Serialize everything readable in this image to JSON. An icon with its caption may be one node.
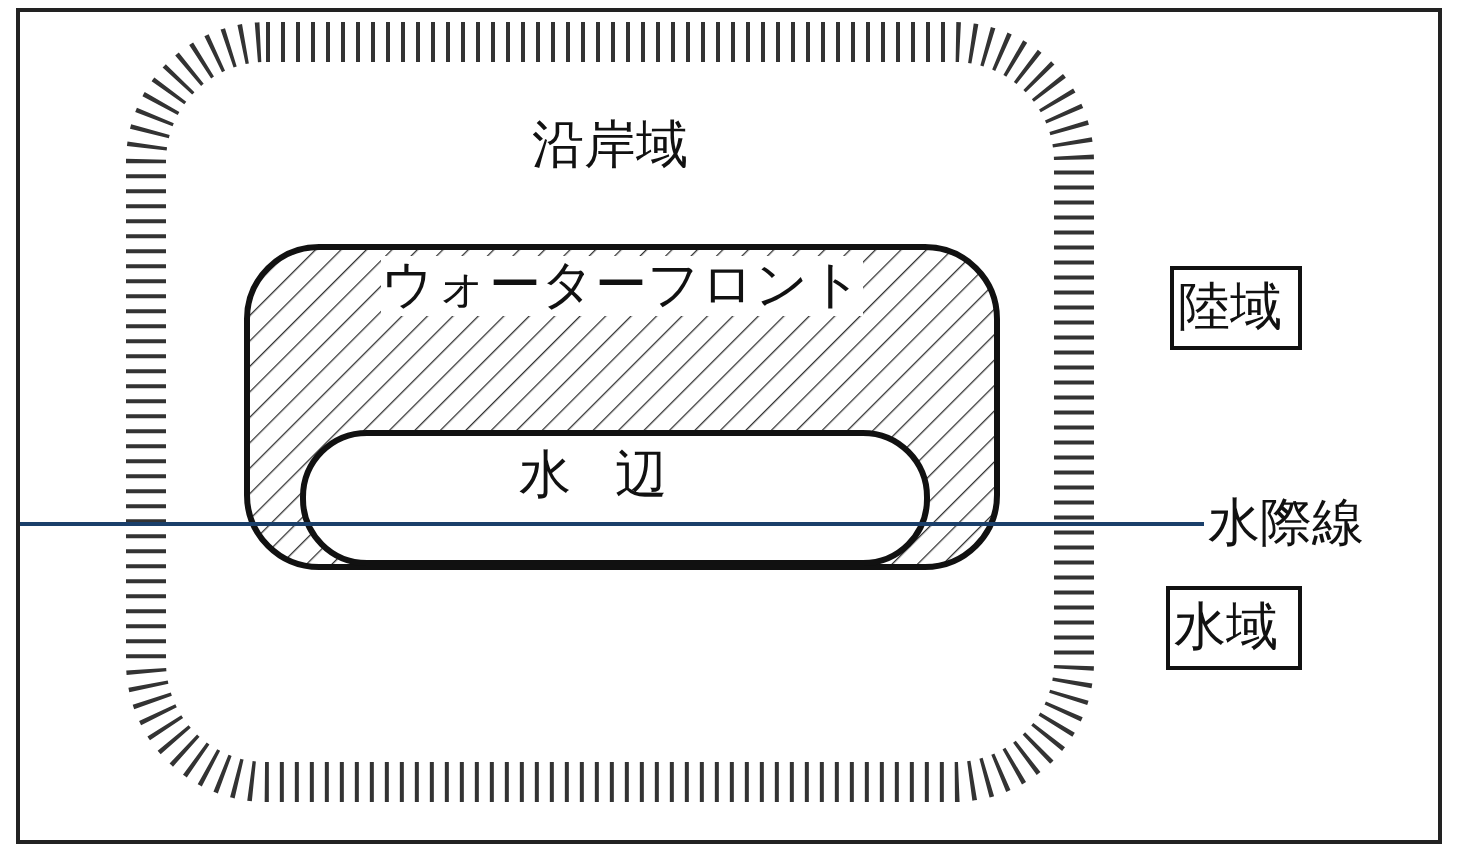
{
  "diagram": {
    "nodes": [
      {
        "text": [
          "沿岸域"
        ]
      },
      {
        "text": [
          "ウォーターフロント"
        ],
        "in": 0
      },
      {
        "text": [
          "水辺"
        ],
        "in": 1
      },
      {
        "text": [
          "陸域"
        ]
      },
      {
        "text": [
          "水域"
        ]
      }
    ],
    "labels": [
      "水際線"
    ]
  }
}
